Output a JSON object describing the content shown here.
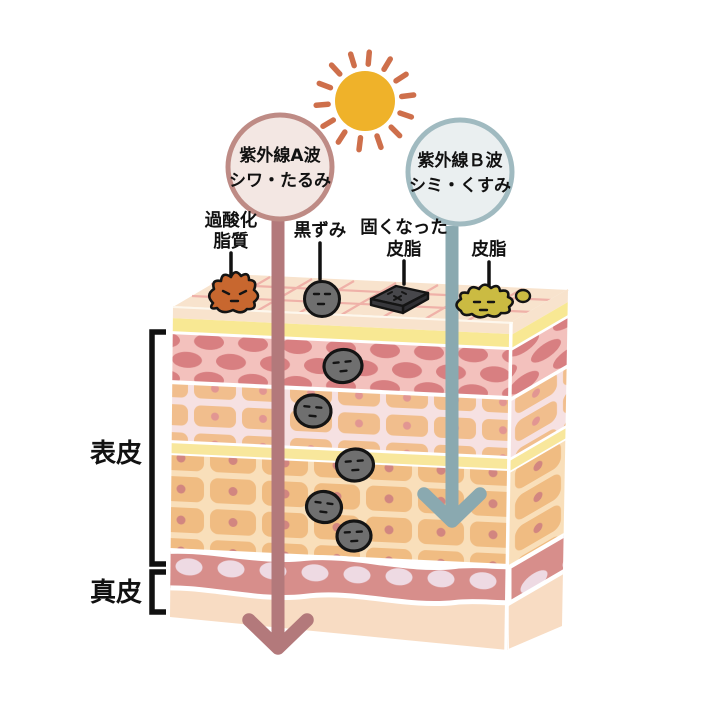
{
  "sun": {
    "body_color": "#EFB22A",
    "ray_color": "#CE6F4B"
  },
  "uva": {
    "title": "紫外線А波",
    "effect": "シワ・たるみ",
    "circle_fill": "#F3E7E3",
    "circle_border": "#BE8B85",
    "arrow_color": "#B3797B"
  },
  "uvb": {
    "title": "紫外線Ｂ波",
    "effect": "シミ・くすみ",
    "circle_fill": "#EAEFF0",
    "circle_border": "#A0BAC0",
    "arrow_color": "#8AA9B0"
  },
  "surface_labels": [
    {
      "id": "peroxidized-lipid",
      "lines": [
        "過酸化",
        "脂質"
      ],
      "blob_color": "#C8672F"
    },
    {
      "id": "darkening",
      "lines": [
        "黒ずみ"
      ],
      "blob_color": "#6F6F6F"
    },
    {
      "id": "hardened-sebum",
      "lines": [
        "固くなった",
        "皮脂"
      ],
      "blob_color": "#47474B"
    },
    {
      "id": "sebum",
      "lines": [
        "皮脂"
      ],
      "blob_color": "#CBBB42"
    }
  ],
  "layer_labels": {
    "epidermis": "表皮",
    "dermis": "真皮"
  },
  "skin_colors": {
    "surface": "#F8E3CD",
    "surface_grid": "#EEA9A2",
    "lucidum_band": "#F8E893",
    "granular_bg": "#F3C1BD",
    "granular_oval": "#D87F81",
    "spinous_bg": "#F6E1E2",
    "spinous_cell": "#F1BE8D",
    "spinous_dot": "#E29692",
    "divider_band": "#F8E79C",
    "basal_bg": "#F9DFBA",
    "basal_cell": "#F0BC82",
    "basal_dot": "#D28680",
    "membrane_band": "#D78E8B",
    "membrane_oval": "#EEDAE3",
    "dermis": "#F8DCC3"
  }
}
